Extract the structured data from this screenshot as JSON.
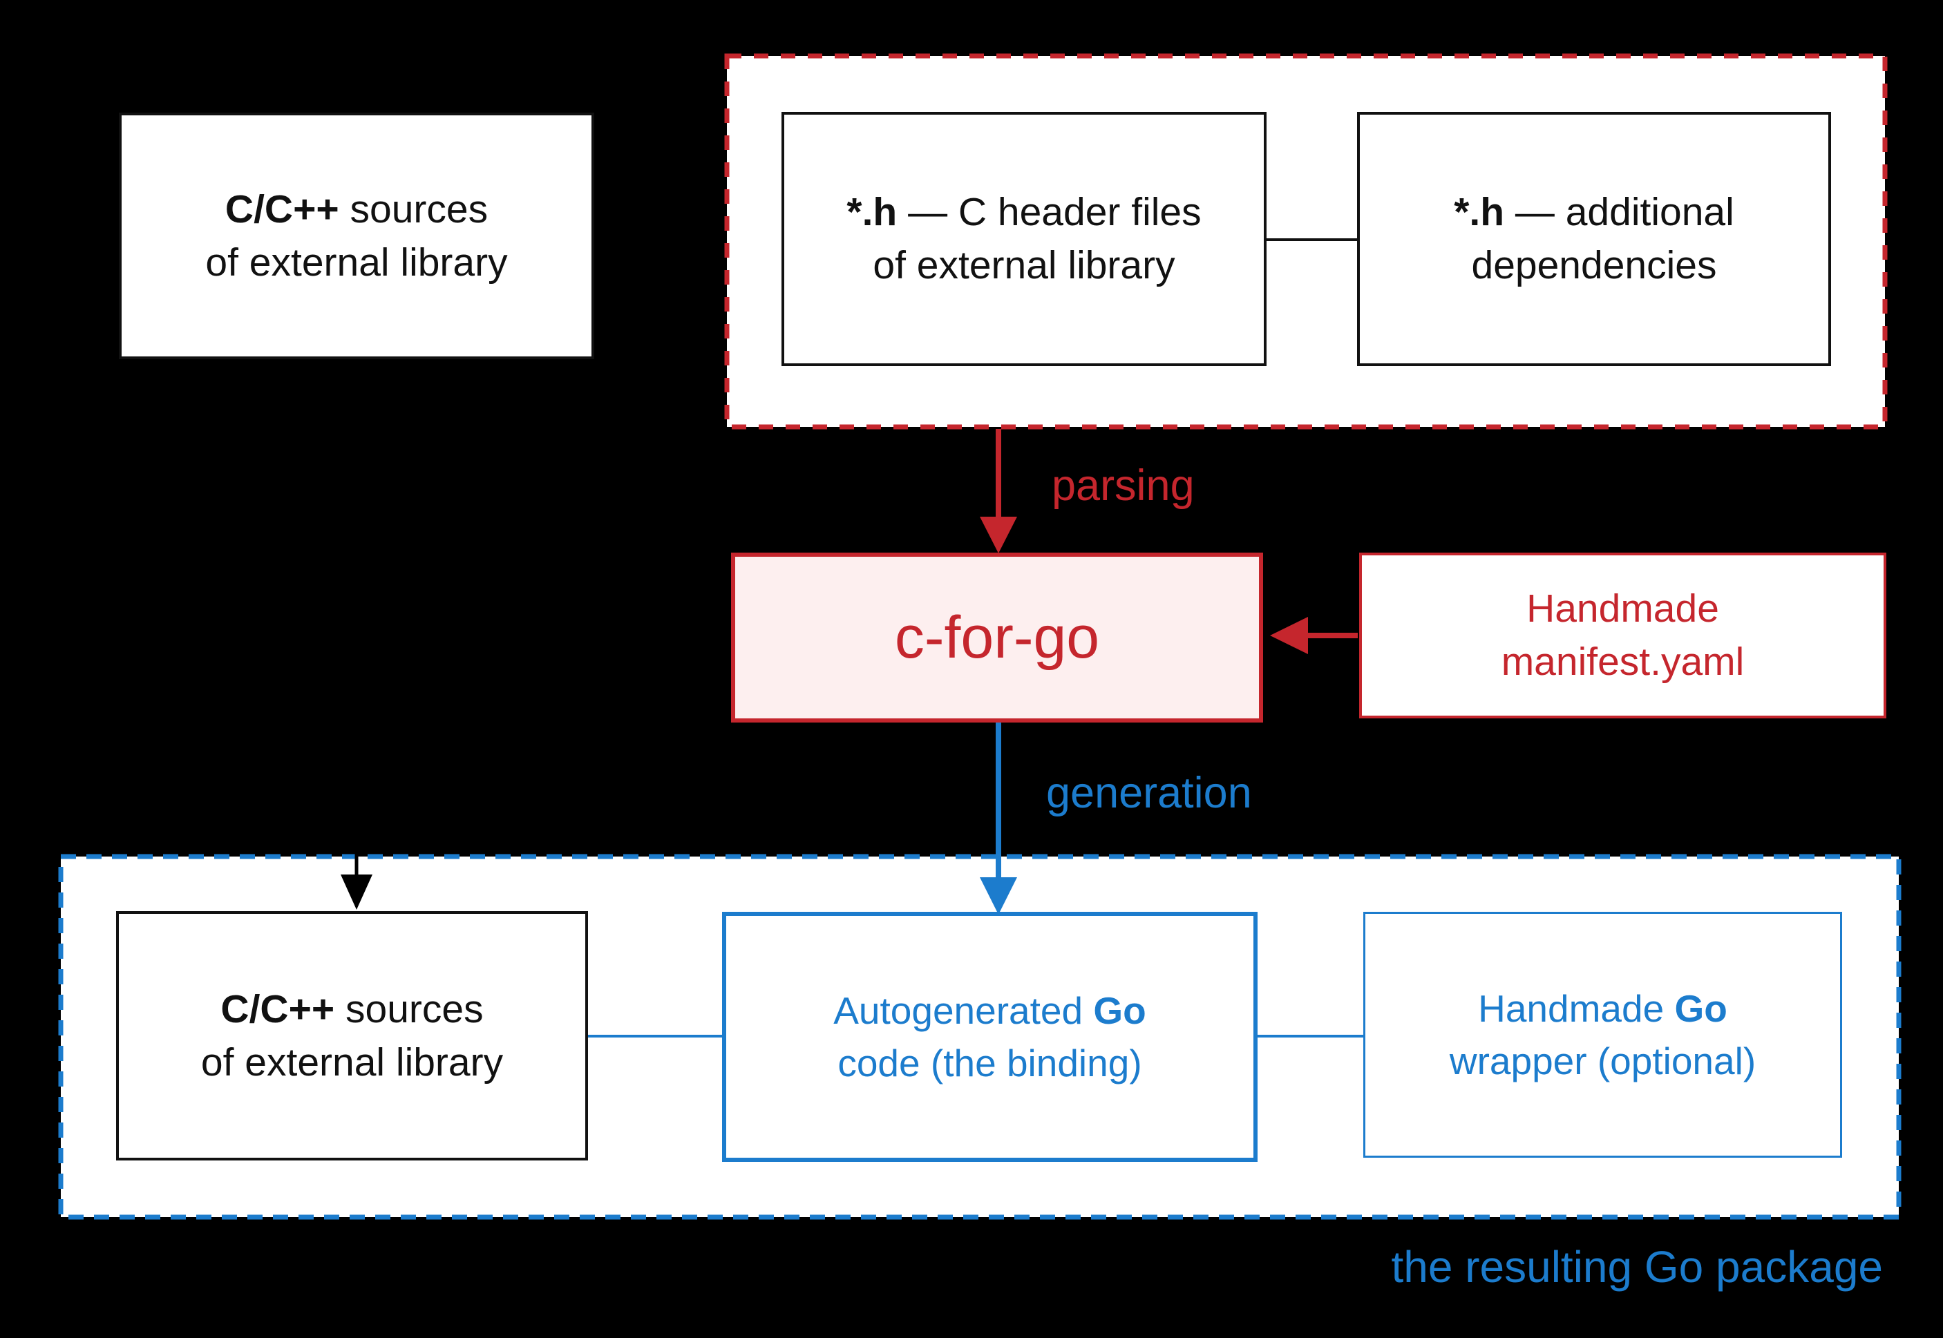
{
  "colors": {
    "red": "#c5262d",
    "red_fill": "#fdefef",
    "blue": "#1c7ccd",
    "black": "#111111",
    "background": "#000000"
  },
  "nodes": {
    "cc_sources_top": {
      "line1_bold": "C/C++",
      "line1_rest": " sources",
      "line2": "of external library"
    },
    "c_header_files": {
      "line1_bold": "*.h",
      "line1_rest": " — C header files",
      "line2": "of external library"
    },
    "additional_dependencies": {
      "line1_bold": "*.h",
      "line1_rest": " — additional",
      "line2": "dependencies"
    },
    "c_for_go": {
      "label": "c-for-go"
    },
    "handmade_manifest": {
      "line1": "Handmade",
      "line2": "manifest.yaml"
    },
    "cc_sources_bottom": {
      "line1_bold": "C/C++",
      "line1_rest": " sources",
      "line2": "of external library"
    },
    "autogenerated_go": {
      "line1_pre": "Autogenerated ",
      "line1_bold": "Go",
      "line2": "code (the binding)"
    },
    "handmade_wrapper": {
      "line1_pre": "Handmade ",
      "line1_bold": "Go",
      "line2": "wrapper (optional)"
    }
  },
  "edges": {
    "parsing_label": "parsing",
    "generation_label": "generation"
  },
  "captions": {
    "resulting_go_package": "the resulting Go package"
  }
}
